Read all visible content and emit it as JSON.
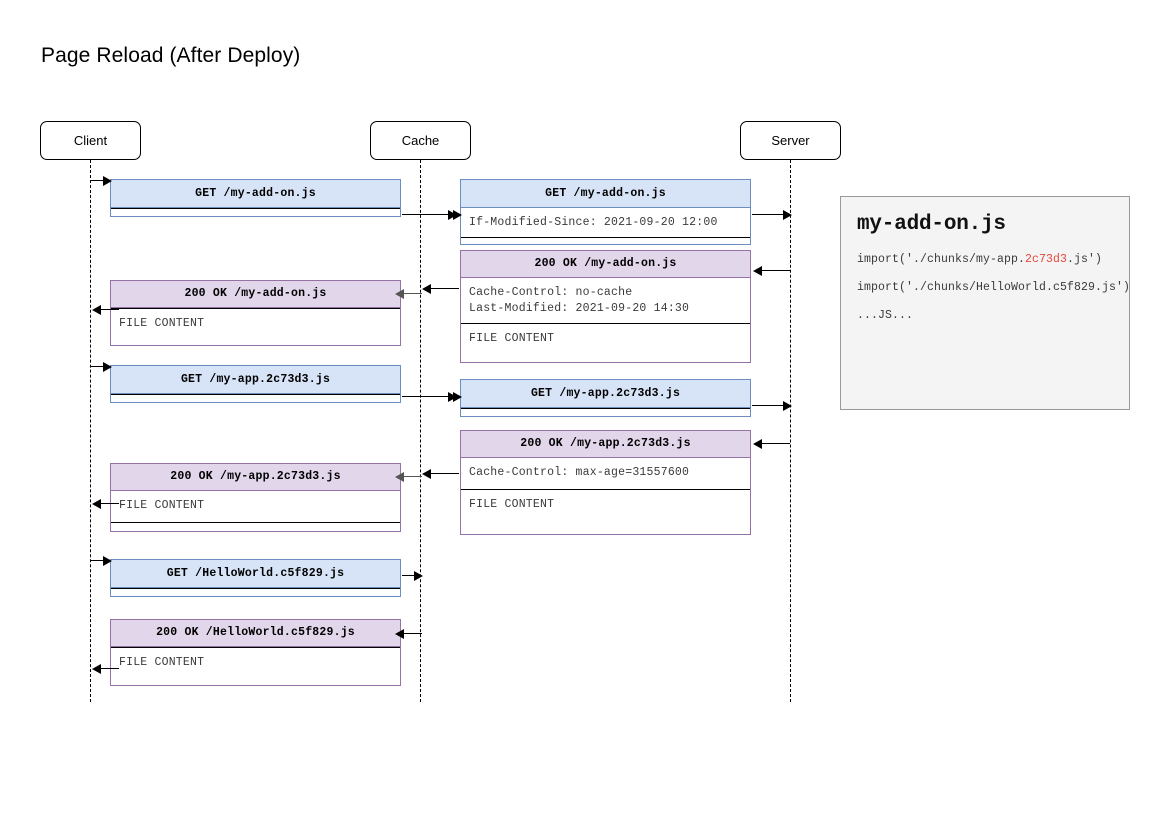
{
  "title": "Page Reload (After Deploy)",
  "participants": [
    {
      "name": "Client"
    },
    {
      "name": "Cache"
    },
    {
      "name": "Server"
    }
  ],
  "colors": {
    "request_fill": "#d7e4f7",
    "request_border": "#6c8ebf",
    "response_fill": "#e2d6ea",
    "response_border": "#9673a6",
    "note_fill": "#f4f4f4",
    "note_border": "#999999",
    "hash_highlight": "#e8453c"
  },
  "messages": [
    {
      "id": "client-get-addon",
      "kind": "request",
      "header": "GET /my-add-on.js",
      "sections": []
    },
    {
      "id": "cache-get-addon",
      "kind": "request",
      "header": "GET /my-add-on.js",
      "sections": [
        "If-Modified-Since: 2021-09-20 12:00"
      ]
    },
    {
      "id": "server-200-addon",
      "kind": "response",
      "header": "200 OK /my-add-on.js",
      "sections": [
        "Cache-Control: no-cache\nLast-Modified: 2021-09-20 14:30",
        "FILE CONTENT"
      ]
    },
    {
      "id": "cache-200-addon",
      "kind": "response",
      "header": "200 OK /my-add-on.js",
      "sections": [
        "FILE CONTENT"
      ]
    },
    {
      "id": "client-get-myapp",
      "kind": "request",
      "header": "GET /my-app.2c73d3.js",
      "sections": []
    },
    {
      "id": "cache-get-myapp",
      "kind": "request",
      "header": "GET /my-app.2c73d3.js",
      "sections": []
    },
    {
      "id": "server-200-myapp",
      "kind": "response",
      "header": "200 OK /my-app.2c73d3.js",
      "sections": [
        "Cache-Control: max-age=31557600",
        "FILE CONTENT"
      ]
    },
    {
      "id": "cache-200-myapp",
      "kind": "response",
      "header": "200 OK /my-app.2c73d3.js",
      "sections": [
        "FILE CONTENT"
      ]
    },
    {
      "id": "client-get-helloworld",
      "kind": "request",
      "header": "GET /HelloWorld.c5f829.js",
      "sections": []
    },
    {
      "id": "cache-200-helloworld",
      "kind": "response",
      "header": "200 OK /HelloWorld.c5f829.js",
      "sections": [
        "FILE CONTENT"
      ]
    }
  ],
  "note": {
    "title": "my-add-on.js",
    "lines": [
      {
        "pre": "import('./chunks/my-app.",
        "hash": "2c73d3",
        "post": ".js')"
      },
      {
        "pre": "import('./chunks/HelloWorld.c5f829.js')",
        "hash": "",
        "post": ""
      },
      {
        "pre": "...JS...",
        "hash": "",
        "post": ""
      }
    ]
  }
}
